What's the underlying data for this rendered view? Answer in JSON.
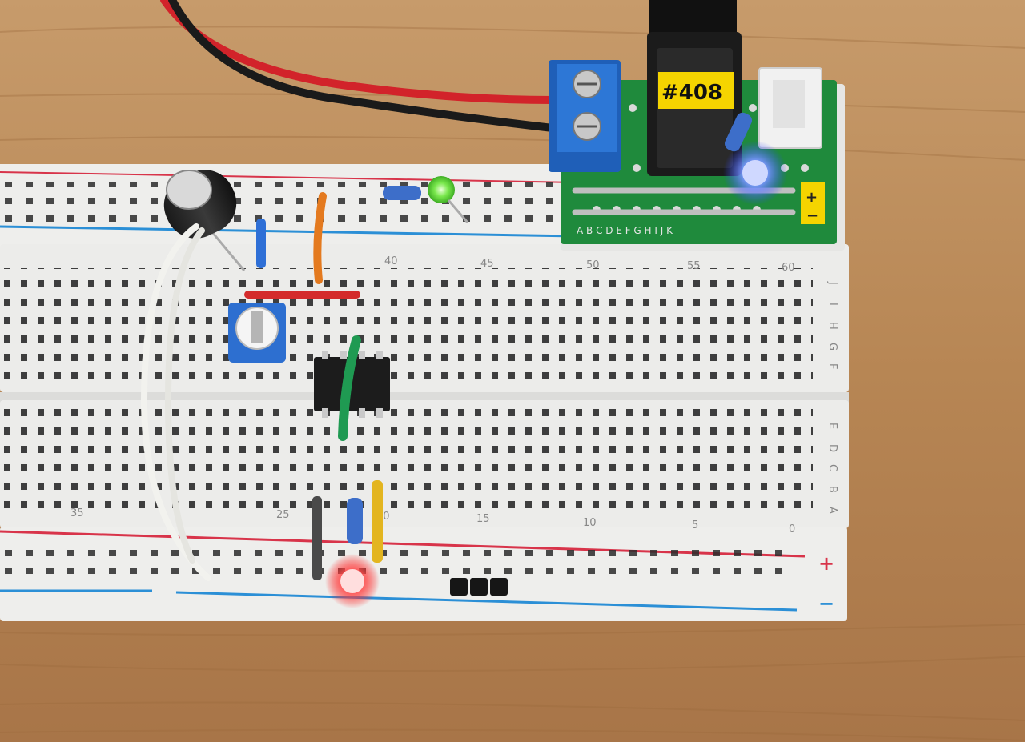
{
  "labels": {
    "module_tag": "#408",
    "top_col_numbers": [
      "40",
      "45",
      "50",
      "55",
      "60"
    ],
    "bottom_col_numbers": [
      "35",
      "25",
      "20",
      "15",
      "10",
      "5",
      "0"
    ],
    "top_row_letters": [
      "J",
      "I",
      "H",
      "G",
      "F"
    ],
    "bottom_row_letters": [
      "E",
      "D",
      "C",
      "B",
      "A"
    ],
    "module_row_letters": "A B C D E F G H I J K",
    "plus_sign": "+",
    "minus_sign": "−"
  },
  "colors": {
    "wood": "#b98a5a",
    "breadboard": "#ececea",
    "rail_red": "#d8344a",
    "rail_blue": "#2b8fd6",
    "pcb": "#1f8a3c",
    "led_green": "#86f061",
    "led_blue": "#3d6bff",
    "led_red": "#ff2b2b"
  }
}
